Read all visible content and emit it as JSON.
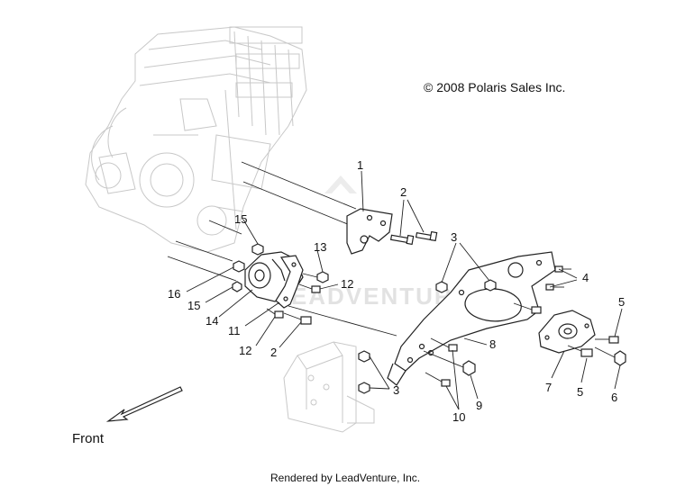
{
  "copyright": "© 2008 Polaris Sales Inc.",
  "footer": "Rendered by LeadVenture, Inc.",
  "front_label": "Front",
  "watermark": "LEADVENTURE",
  "callouts": {
    "c1": "1",
    "c2a": "2",
    "c2b": "2",
    "c3a": "3",
    "c3b": "3",
    "c4": "4",
    "c5a": "5",
    "c5b": "5",
    "c6": "6",
    "c7": "7",
    "c8": "8",
    "c9": "9",
    "c10": "10",
    "c11": "11",
    "c12a": "12",
    "c12b": "12",
    "c13": "13",
    "c14": "14",
    "c15a": "15",
    "c15b": "15",
    "c16": "16"
  }
}
